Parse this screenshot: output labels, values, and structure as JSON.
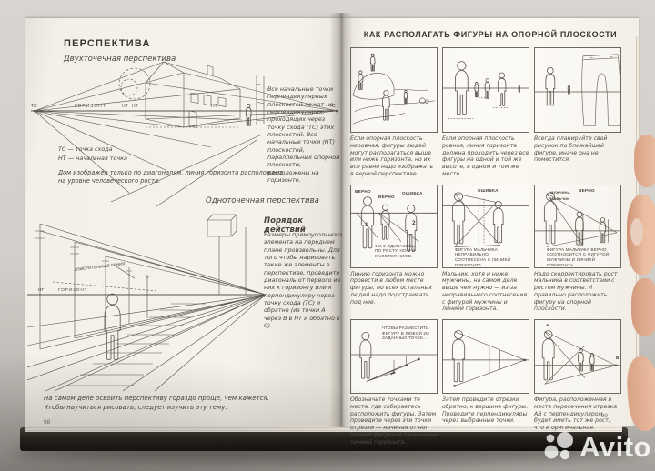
{
  "watermark": {
    "brand": "Avito"
  },
  "left_page": {
    "page_number": "98",
    "title": "ПЕРСПЕКТИВА",
    "two_point": {
      "subtitle": "Двухточечная перспектива",
      "labels": {
        "tc_left": "ТС",
        "horizon": "ГОРИЗОНТ",
        "nt_a": "НТ",
        "nt_b": "НТ",
        "nt_c": "НТ",
        "tc_right": "ТС"
      },
      "side_text": "Все начальные точки перпендикулярных плоскостей лежат на перпендикулярах, проходящих через точку схода (ТС) этих плоскостей. Все начальные точки (НТ) плоскостей, параллельных опорной плоскости, расположены на горизонте.",
      "legend_tc": "ТС — точка схода",
      "legend_nt": "НТ — начальная точка",
      "caption": "Дом изображён только по диагоналям, линия горизонта расположена на уровне человеческого роста."
    },
    "one_point": {
      "subtitle": "Одноточечная перспектива",
      "steps_title": "Порядок действий",
      "steps_text": "Размеры прямоугольного элемента на переднем плане произвольны. Для того чтобы нарисовать такие же элементы в перспективе, проведите диагональ от первого из них к горизонту или к перпендикуляру через точку схода (ТС) и обратно (из точки А через В в НТ и обратно в С)",
      "labels": {
        "measuring_line": "ИЗМЕРИТЕЛЬНАЯ ЛИНИЯ",
        "nt": "НТ",
        "horizon": "ГОРИЗОНТ"
      },
      "footer_text": "На самом деле освоить перспективу гораздо проще, чем кажется. Чтобы научиться рисовать, следует изучить эту тему."
    }
  },
  "right_page": {
    "page_number": "99",
    "title": "КАК РАСПОЛАГАТЬ ФИГУРЫ НА ОПОРНОЙ ПЛОСКОСТИ",
    "panels": [
      {
        "caption": "Если опорная плоскость неровная, фигуры людей могут располагаться выше или ниже горизонта, но их все равно надо изображать в верной перспективе."
      },
      {
        "caption": "Если опорная плоскость ровная, линия горизонта должна проходить через все фигуры на одной и той же высоте, в одном и том же месте."
      },
      {
        "caption": "Всегда планируйте свой рисунок по ближайшей фигуре, иначе она не поместится."
      },
      {
        "label1": "ВЕРНО",
        "label2": "ВЕРНО",
        "label3": "ОШИБКА",
        "fig1": "1",
        "fig2": "2",
        "note": "1 И 2 ОДИНАКОВЫ ПО РОСТУ, НО 2-Й КАЖЕТСЯ НИЖЕ.",
        "caption": "Линию горизонта можно провести в любом месте фигуры, но всех остальных людей надо подстраивать под нее."
      },
      {
        "label1": "ОШИБКА",
        "note": "ФИГУРА МАЛЬЧИКА НЕПРАВИЛЬНО СООТНЕСЕНА С ЛИНИЕЙ ГОРИЗОНТА.",
        "caption": "Мальчик, хотя и ниже мужчины, на самом деле выше чем нужно — из-за неправильного соотнесения с фигурой мужчины и линией горизонта."
      },
      {
        "label1": "ВЕРНО",
        "sub1": "МУЖЧИНА",
        "sub2": "МАЛЬЧИК",
        "note": "ФИГУРА МАЛЬЧИКА ВЕРНО СООТНОСИТСЯ С ФИГУРОЙ МУЖЧИНЫ И ЛИНИЕЙ ГОРИЗОНТА.",
        "caption": "Надо скорректировать рост мальчика в соответствии с ростом мужчины. И правильно расположить фигуру на опорной плоскости."
      },
      {
        "note": "ЧТОБЫ РАЗМЕСТИТЬ ФИГУРУ В ЛЮБОЙ ИЗ ЗАДАННЫХ ТОЧЕК...",
        "caption": "Обозначьте точками те места, где собираетесь расположить фигуры. Затем проведите через эти точки отрезки — начиная от ног первой фигуры и заканчивая линией горизонта."
      },
      {
        "caption": "Затем проведите отрезки обратно, к вершине фигуры. Проведите перпендикуляры через выбранные точки."
      },
      {
        "labelA": "А",
        "labelB": "В",
        "caption": "Фигура, расположенная в месте пересечения отрезка АВ с перпендикуляром, будет иметь тот же рост, что и оригинальная."
      }
    ]
  }
}
